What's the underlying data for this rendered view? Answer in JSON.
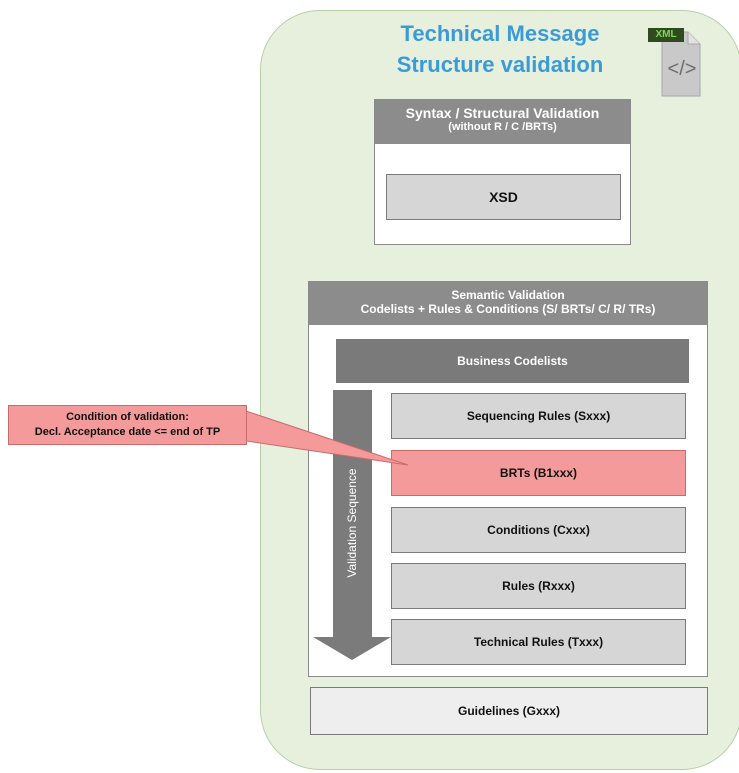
{
  "title": {
    "line1": "Technical Message",
    "line2": "Structure validation"
  },
  "xml_icon": {
    "badge": "XML",
    "glyph": "</>"
  },
  "syntax_box": {
    "title": "Syntax / Structural Validation",
    "subtitle": "(without R / C /BRTs)",
    "item": "XSD"
  },
  "semantic_box": {
    "title": "Semantic Validation",
    "subtitle": "Codelists + Rules & Conditions (S/ BRTs/ C/ R/ TRs)",
    "codelists": "Business Codelists",
    "arrow_label": "Validation Sequence",
    "steps": [
      "Sequencing Rules (Sxxx)",
      "BRTs (B1xxx)",
      "Conditions (Cxxx)",
      "Rules (Rxxx)",
      "Technical Rules (Txxx)"
    ]
  },
  "guidelines": "Guidelines (Gxxx)",
  "callout": {
    "line1": "Condition of validation:",
    "line2": "Decl. Acceptance date <= end of TP"
  },
  "colors": {
    "panel": "#e6f0dc",
    "title": "#3a9bd8",
    "highlight": "#f59a9a",
    "header_gray": "#8c8c8c"
  }
}
